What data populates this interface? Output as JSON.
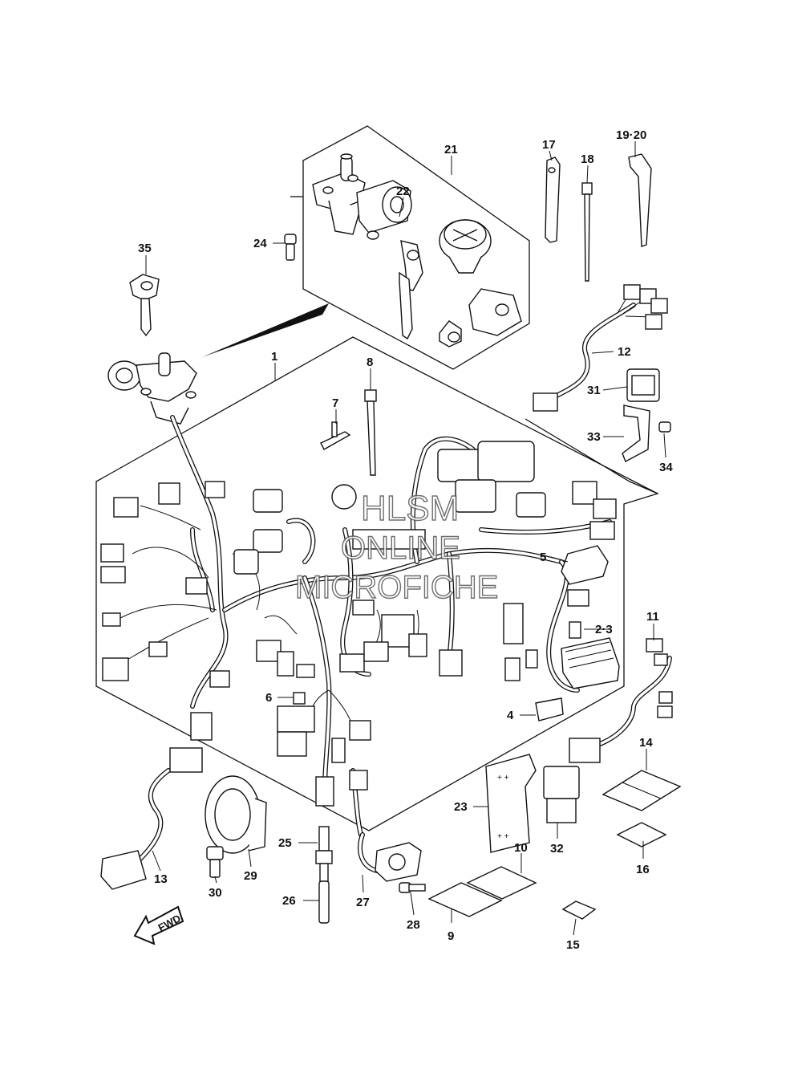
{
  "watermark": {
    "line1": "HLSM",
    "line2": "ONLINE",
    "line3": "MICROFICHE"
  },
  "fwd_label": "FWD",
  "callouts": {
    "c1": "1",
    "c2_3": "2·3",
    "c4": "4",
    "c5": "5",
    "c6": "6",
    "c7": "7",
    "c8": "8",
    "c9": "9",
    "c10": "10",
    "c11": "11",
    "c12": "12",
    "c13": "13",
    "c14": "14",
    "c15": "15",
    "c16": "16",
    "c17": "17",
    "c18": "18",
    "c19_20": "19·20",
    "c21": "21",
    "c22": "22",
    "c23": "23",
    "c24": "24",
    "c25": "25",
    "c26": "26",
    "c27": "27",
    "c28": "28",
    "c29": "29",
    "c30": "30",
    "c31": "31",
    "c32": "32",
    "c33": "33",
    "c34": "34",
    "c35": "35"
  }
}
